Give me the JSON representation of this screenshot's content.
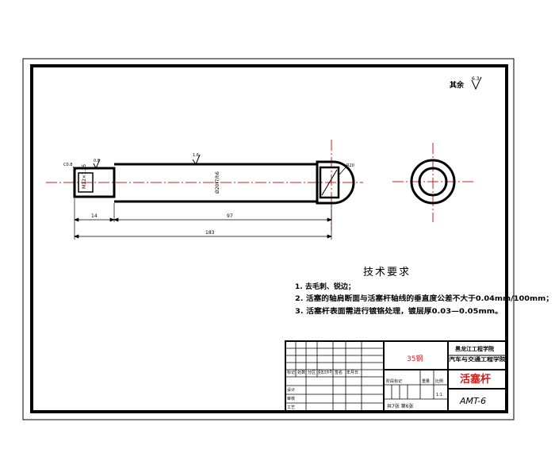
{
  "drawing": {
    "surface_note": "其余",
    "surface_roughness_main": "6.3",
    "surface_roughness_rod": "1.6",
    "surface_roughness_end": "0.8",
    "chamfer_label": "C0.8",
    "radius_label": "R20",
    "dim_thread_len": "14",
    "dim_rod_len": "97",
    "dim_total_len": "183",
    "thread_callout": "M12×1.25",
    "shaft_fit_callout": "Ø20f7/h6"
  },
  "requirements": {
    "title": "技术要求",
    "items": [
      "1. 去毛刺、锐边；",
      "2. 活塞的轴肩断面与活塞杆轴线的垂直度公差不大于0.04mm/100mm；",
      "3. 活塞杆表面需进行镀铬处理，镀层厚0.03—0.05mm。"
    ]
  },
  "title_block": {
    "material": "35钢",
    "school_line1": "黑龙江工程学院",
    "school_line2": "汽车与交通工程学院",
    "part_name": "活塞杆",
    "drawing_no": "AMT-6",
    "row_labels": [
      "设计",
      "审核",
      "工艺"
    ],
    "sheet_info": "共7张  第6张",
    "mark_labels": [
      "标记",
      "处数",
      "分区",
      "更改文件号",
      "签名",
      "年月日"
    ],
    "stage_labels": [
      "阶段标记",
      "重量",
      "比例"
    ],
    "scale": "1:1"
  }
}
